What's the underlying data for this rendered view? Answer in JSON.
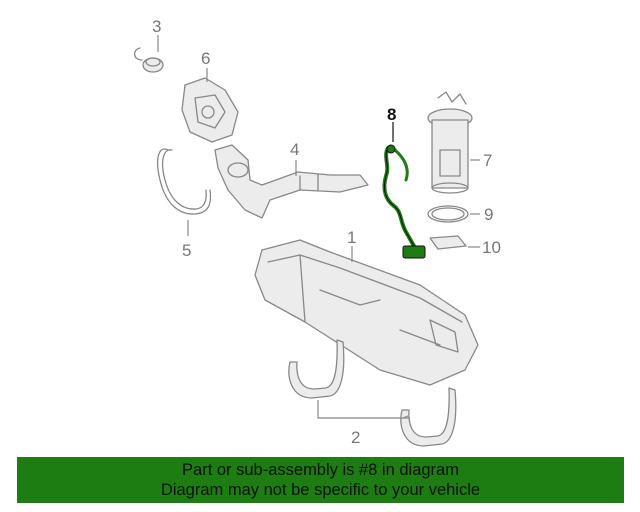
{
  "diagram": {
    "callouts": [
      {
        "id": "1",
        "label": "1"
      },
      {
        "id": "2",
        "label": "2"
      },
      {
        "id": "3",
        "label": "3"
      },
      {
        "id": "4",
        "label": "4"
      },
      {
        "id": "5",
        "label": "5"
      },
      {
        "id": "6",
        "label": "6"
      },
      {
        "id": "7",
        "label": "7"
      },
      {
        "id": "8",
        "label": "8"
      },
      {
        "id": "9",
        "label": "9"
      },
      {
        "id": "10",
        "label": "10"
      }
    ],
    "highlighted_part": "8",
    "highlight_color": "#1e7d12"
  },
  "banner": {
    "line1": "Part or sub-assembly is #8 in diagram",
    "line2": "Diagram may not be specific to your vehicle",
    "background": "#1e7d12"
  }
}
